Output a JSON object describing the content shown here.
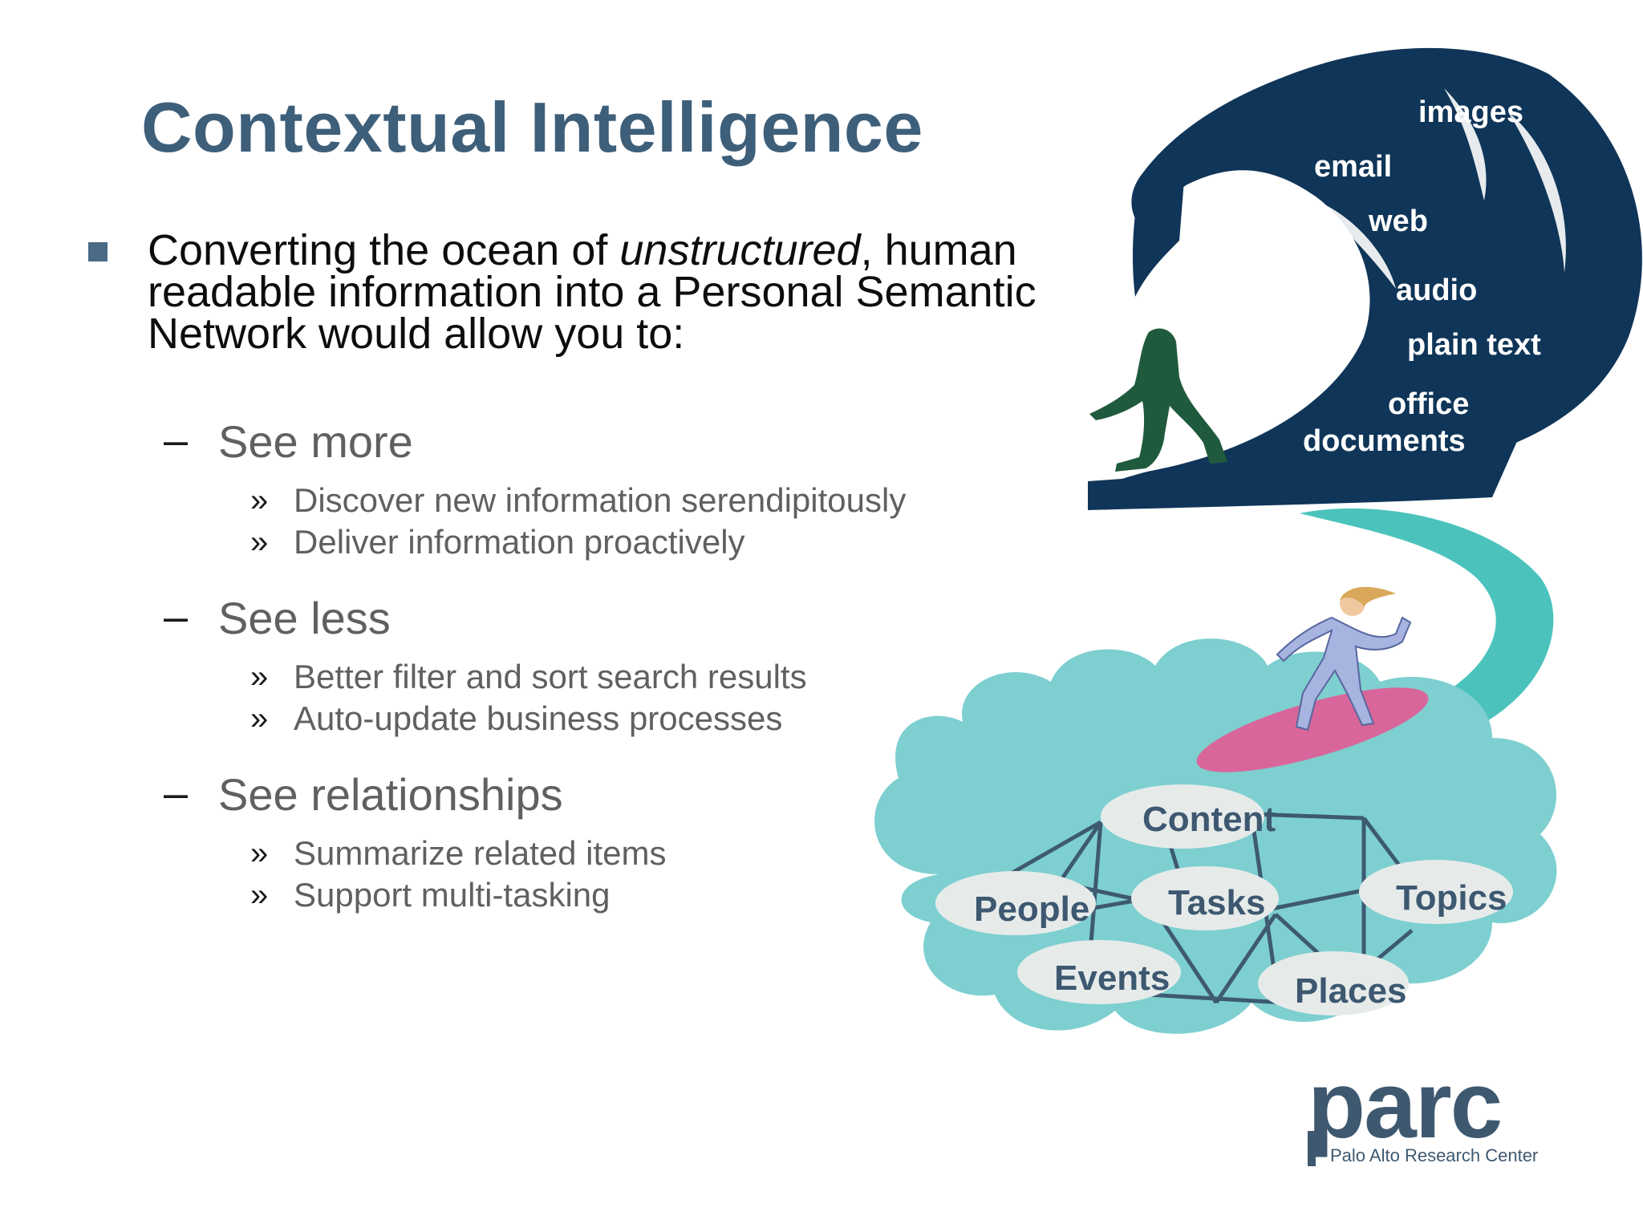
{
  "title": "Contextual Intelligence",
  "intro": {
    "line1_a": "Converting the ocean of ",
    "line1_em": "unstructured",
    "line1_b": ", human",
    "line2": "readable information into a Personal Semantic",
    "line3": "Network would allow you to:"
  },
  "sections": [
    {
      "dash": "–",
      "heading": "See more",
      "items": [
        "Discover new information serendipitously",
        "Deliver information proactively"
      ]
    },
    {
      "dash": "–",
      "heading": "See less",
      "items": [
        "Better filter and sort search results",
        "Auto-update business processes"
      ]
    },
    {
      "dash": "–",
      "heading": "See relationships",
      "items": [
        "Summarize related items",
        "Support multi-tasking"
      ]
    }
  ],
  "sub_marker": "»",
  "wave_words": [
    "images",
    "email",
    "web",
    "audio",
    "plain text",
    "office",
    "documents"
  ],
  "network_nodes": [
    "Content",
    "People",
    "Tasks",
    "Topics",
    "Events",
    "Places"
  ],
  "logo": {
    "word": "parc",
    "subtitle": "Palo Alto Research Center"
  },
  "colors": {
    "title": "#3e5f7a",
    "wave": "#0f3558",
    "cloud": "#7ecfd0",
    "figure": "#1f5a3c",
    "surfboard": "#d9669a"
  }
}
